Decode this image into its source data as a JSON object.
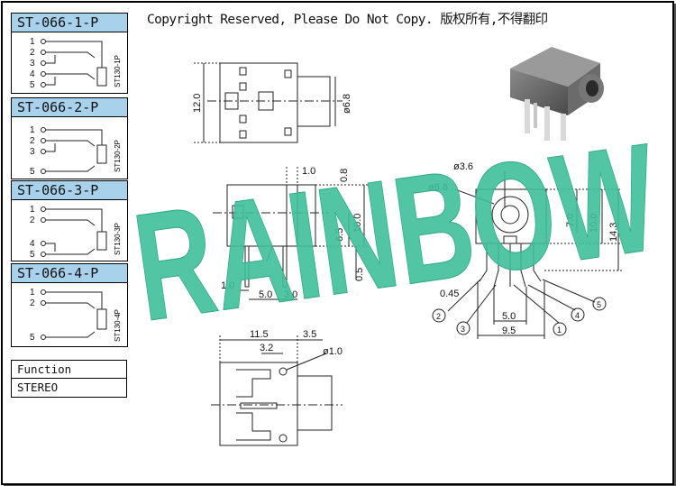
{
  "copyright": "Copyright Reserved, Please Do Not Copy. 版权所有,不得翻印",
  "variants": [
    {
      "title": "ST-066-1-P",
      "code": "ST130-1P",
      "pins": [
        "1",
        "2",
        "3",
        "4",
        "5"
      ]
    },
    {
      "title": "ST-066-2-P",
      "code": "ST130-2P",
      "pins": [
        "1",
        "2",
        "3",
        "5"
      ]
    },
    {
      "title": "ST-066-3-P",
      "code": "ST130-3P",
      "pins": [
        "1",
        "2",
        "4",
        "5"
      ]
    },
    {
      "title": "ST-066-4-P",
      "code": "ST130-4P",
      "pins": [
        "1",
        "2",
        "5"
      ]
    }
  ],
  "function_table": {
    "header": "Function",
    "value": "STEREO"
  },
  "watermark": "RAINBOW",
  "dimensions": {
    "top_view_height": "12.0",
    "top_view_barrel": "ø6.8",
    "side_top_1": "1.0",
    "side_top_2": "0.8",
    "side_h_1": "6.5",
    "side_h_2": "10.0",
    "side_h_3": "0.5",
    "side_bottom_1": "1.0",
    "side_bottom_2": "5.0",
    "side_bottom_3": "3.0",
    "front_hole": "ø3.6",
    "front_barrel": "ø6.8",
    "front_h_1": "7.0",
    "front_h_2": "10.0",
    "front_h_3": "14.3",
    "front_pin": "0.45",
    "front_pitch": "5.0",
    "front_width": "9.5",
    "bottom_w_1": "11.5",
    "bottom_w_2": "3.5",
    "bottom_w_3": "3.2",
    "bottom_hole": "ø1.0"
  },
  "pin_callouts": [
    "2",
    "3",
    "1",
    "4",
    "5"
  ],
  "colors": {
    "watermark": "#3fbf9a",
    "header_fill": "#a8d1ec",
    "line": "#222222"
  }
}
